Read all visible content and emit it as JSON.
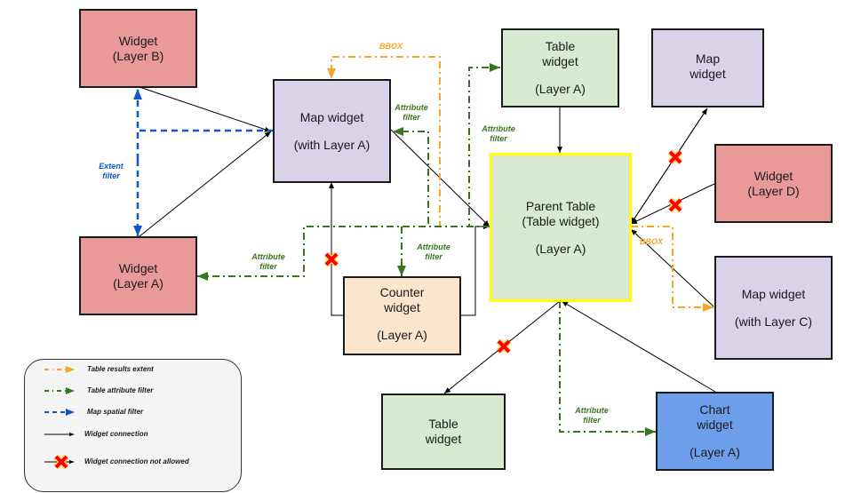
{
  "nodes": {
    "widget_b": {
      "line1": "Widget",
      "line2": "(Layer B)"
    },
    "widget_a": {
      "line1": "Widget",
      "line2": "(Layer A)"
    },
    "map_a": {
      "line1": "Map widget",
      "line2": "(with Layer A)"
    },
    "table_top": {
      "line1": "Table",
      "line2": "widget",
      "line3": "(Layer A)"
    },
    "map_top": {
      "line1": "Map",
      "line2": "widget"
    },
    "parent": {
      "line1": "Parent Table",
      "line2": "(Table widget)",
      "line3": "(Layer A)"
    },
    "widget_d": {
      "line1": "Widget",
      "line2": "(Layer D)"
    },
    "counter": {
      "line1": "Counter",
      "line2": "widget",
      "line3": "(Layer A)"
    },
    "map_c": {
      "line1": "Map widget",
      "line2": "(with Layer C)"
    },
    "table_bottom": {
      "line1": "Table",
      "line2": "widget"
    },
    "chart": {
      "line1": "Chart",
      "line2": "widget",
      "line3": "(Layer A)"
    }
  },
  "edge_labels": {
    "extent_filter": {
      "line1": "Extent",
      "line2": "filter"
    },
    "bbox_top": "BBOX",
    "bbox_right": "BBOX",
    "attr_map": {
      "line1": "Attribute",
      "line2": "filter"
    },
    "attr_table_top": {
      "line1": "Attribute",
      "line2": "filter"
    },
    "attr_widget_a": {
      "line1": "Attribute",
      "line2": "filter"
    },
    "attr_counter": {
      "line1": "Attribute",
      "line2": "filter"
    },
    "attr_chart": {
      "line1": "Attribute",
      "line2": "filter"
    }
  },
  "legend": {
    "items": [
      {
        "label": "Table results extent",
        "color": "#f6a623"
      },
      {
        "label": "Table attribute filter",
        "color": "#38761d"
      },
      {
        "label": "Map spatial filter",
        "color": "#1155cc"
      },
      {
        "label": "Widget connection",
        "color": "#000000"
      },
      {
        "label": "Widget connection  not allowed",
        "color": "#ff0000"
      }
    ]
  },
  "colors": {
    "orange": "#f6a623",
    "green": "#38761d",
    "blue": "#1155cc",
    "highlight": "#ffff00"
  }
}
